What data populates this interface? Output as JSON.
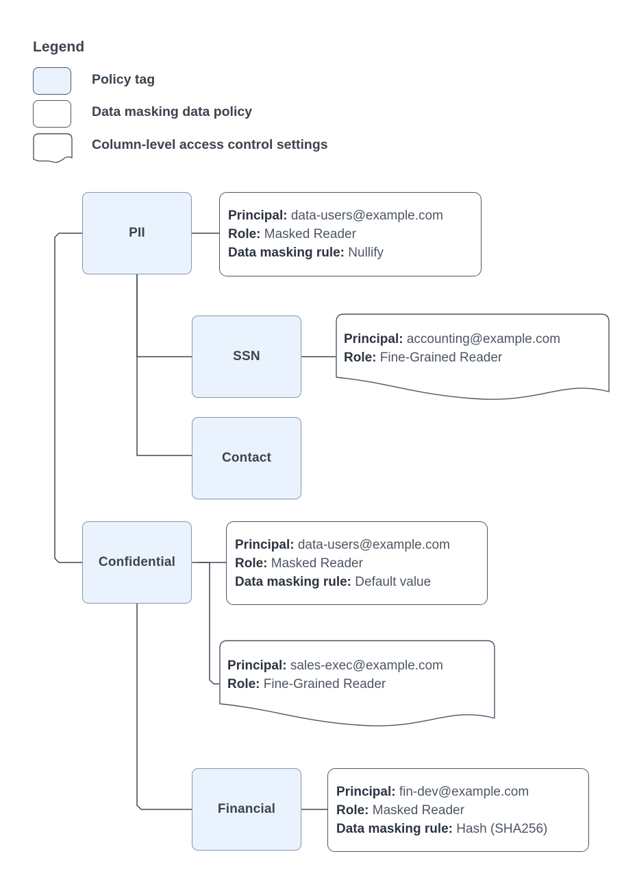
{
  "legend": {
    "title": "Legend",
    "items": [
      {
        "shape": "policy-tag-swatch",
        "label": "Policy tag"
      },
      {
        "shape": "data-policy-swatch",
        "label": "Data masking data policy"
      },
      {
        "shape": "access-control-swatch",
        "label": "Column-level access control settings"
      }
    ]
  },
  "colors": {
    "tag_fill": "#eaf2fd",
    "tag_border": "#8997ab",
    "box_border": "#4a5566",
    "text": "#3b444f",
    "value_text": "#4d5662",
    "connector": "#3d4653"
  },
  "tags": [
    {
      "id": "pii",
      "label": "PII"
    },
    {
      "id": "ssn",
      "label": "SSN"
    },
    {
      "id": "contact",
      "label": "Contact"
    },
    {
      "id": "confidential",
      "label": "Confidential"
    },
    {
      "id": "financial",
      "label": "Financial"
    }
  ],
  "labels": {
    "principal": "Principal:",
    "role": "Role:",
    "masking_rule": "Data masking rule:"
  },
  "policies": {
    "pii_masking": {
      "kind": "data-masking-data-policy",
      "principal": "data-users@example.com",
      "role": "Masked Reader",
      "masking_rule": "Nullify"
    },
    "ssn_access": {
      "kind": "column-level-access-control-settings",
      "principal": "accounting@example.com",
      "role": "Fine-Grained Reader"
    },
    "confidential_masking": {
      "kind": "data-masking-data-policy",
      "principal": "data-users@example.com",
      "role": "Masked Reader",
      "masking_rule": "Default value"
    },
    "confidential_access": {
      "kind": "column-level-access-control-settings",
      "principal": "sales-exec@example.com",
      "role": "Fine-Grained Reader"
    },
    "financial_masking": {
      "kind": "data-masking-data-policy",
      "principal": "fin-dev@example.com",
      "role": "Masked Reader",
      "masking_rule": "Hash (SHA256)"
    }
  }
}
